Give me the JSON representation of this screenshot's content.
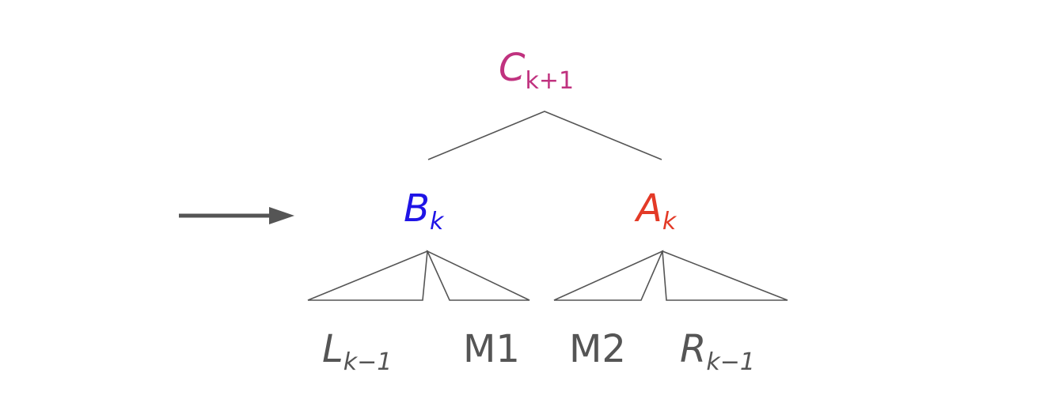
{
  "colors": {
    "root": "#c0327f",
    "left_child": "#1f14e6",
    "right_child": "#e33a27",
    "lines": "#555555",
    "leaf_text": "#555555"
  },
  "root": {
    "main": "C",
    "sub": "k+1"
  },
  "children": {
    "left": {
      "main": "B",
      "sub": "k"
    },
    "right": {
      "main": "A",
      "sub": "k"
    }
  },
  "leaves": [
    {
      "main": "L",
      "sub": "k−1"
    },
    {
      "main": "M1",
      "sub": ""
    },
    {
      "main": "M2",
      "sub": ""
    },
    {
      "main": "R",
      "sub": "k−1"
    }
  ],
  "arrow_icon": "right-arrow-icon"
}
